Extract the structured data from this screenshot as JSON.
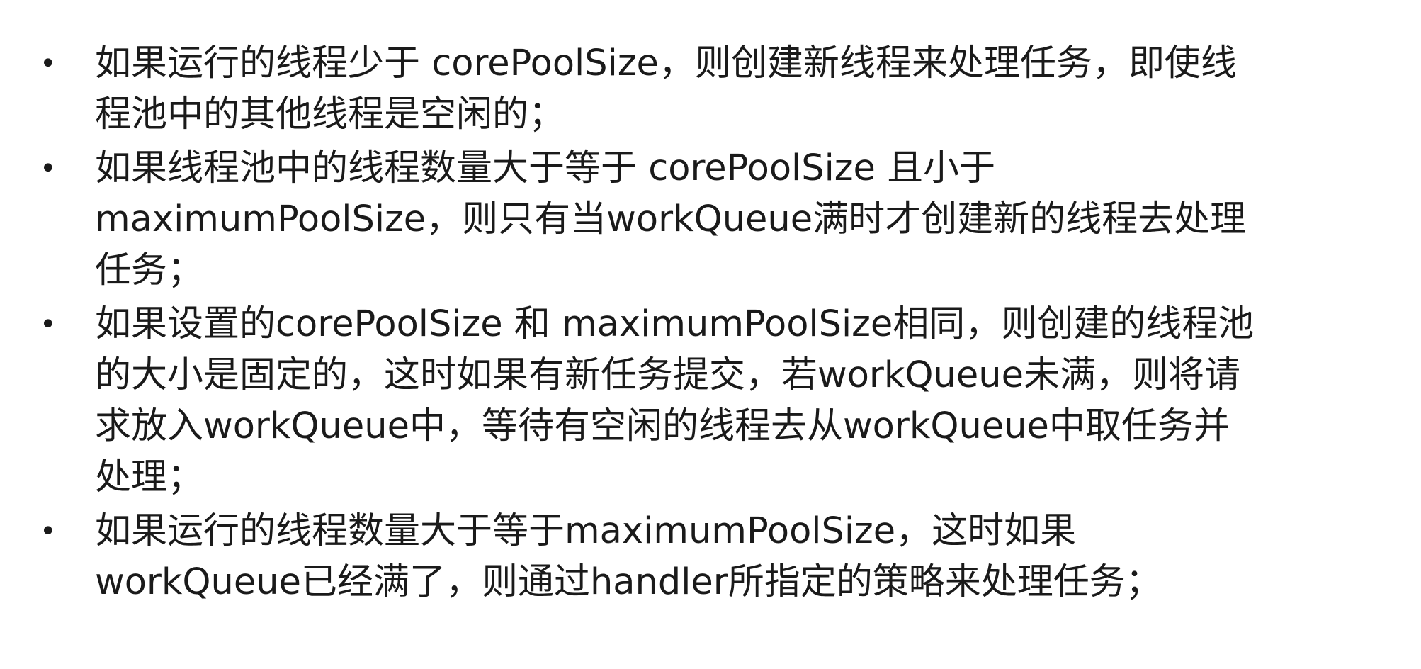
{
  "document": {
    "bullets": [
      {
        "marker": "•",
        "lines": [
          "如果运行的线程少于 corePoolSize，则创建新线程来处理任务，即使线",
          "程池中的其他线程是空闲的；"
        ]
      },
      {
        "marker": "•",
        "lines": [
          "如果线程池中的线程数量大于等于 corePoolSize 且小于",
          "maximumPoolSize，则只有当workQueue满时才创建新的线程去处理",
          "任务；"
        ]
      },
      {
        "marker": "•",
        "lines": [
          "如果设置的corePoolSize 和 maximumPoolSize相同，则创建的线程池",
          "的大小是固定的，这时如果有新任务提交，若workQueue未满，则将请",
          "求放入workQueue中，等待有空闲的线程去从workQueue中取任务并",
          "处理；"
        ]
      },
      {
        "marker": "•",
        "lines": [
          "如果运行的线程数量大于等于maximumPoolSize，这时如果",
          "workQueue已经满了，则通过handler所指定的策略来处理任务；"
        ]
      }
    ]
  }
}
